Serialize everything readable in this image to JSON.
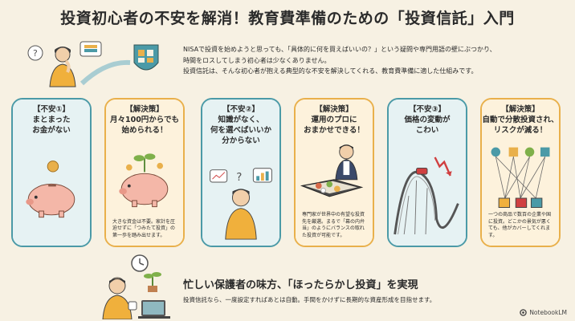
{
  "title": "投資初心者の不安を解消！教育費準備のための「投資信託」入門",
  "intro": {
    "line1": "NISAで投資を始めようと思っても、「具体的に何を買えばいいの？」という疑問や専門用語の壁にぶつかり、",
    "line2": "時間をロスしてしまう初心者は少なくありません。",
    "line3": "投資信託は、そんな初心者が抱える典型的な不安を解決してくれる、教育費準備に適した仕組みです。"
  },
  "stages": [
    {
      "kind": "problem",
      "tag": "【不安①】",
      "heading": "まとまった\nお金がない",
      "desc": ""
    },
    {
      "kind": "solution",
      "tag": "【解決策】",
      "heading": "月々100円からでも\n始められる！",
      "desc": "大きな資金は不要。家計を圧迫せずに「つみたて投資」の第一歩を踏み出せます。"
    },
    {
      "kind": "problem",
      "tag": "【不安②】",
      "heading": "知識がなく、\n何を選べばいいか\n分からない",
      "desc": ""
    },
    {
      "kind": "solution",
      "tag": "【解決策】",
      "heading": "運用のプロに\nおまかせできる！",
      "desc": "専門家が世界中の有望な投資先を厳選。まるで「幕の内弁当」のようにバランスの取れた投資が可能です。"
    },
    {
      "kind": "problem",
      "tag": "【不安③】",
      "heading": "価格の変動が\nこわい",
      "desc": ""
    },
    {
      "kind": "solution",
      "tag": "【解決策】",
      "heading": "自動で分散投資され、\nリスクが減る！",
      "desc": "一つの商品で数百の企業や国に投資。どこかの景気が悪くても、他がカバーしてくれます。"
    }
  ],
  "bottom": {
    "title": "忙しい保護者の味方、「ほったらかし投資」を実現",
    "desc": "投資信託なら、一度設定すればあとは自動。手間をかけずに長期的な資産形成を目指せます。"
  },
  "brand": "NotebookLM",
  "colors": {
    "problem": "#4b9aa7",
    "solution": "#e9b04b",
    "background": "#f7f1e3"
  }
}
